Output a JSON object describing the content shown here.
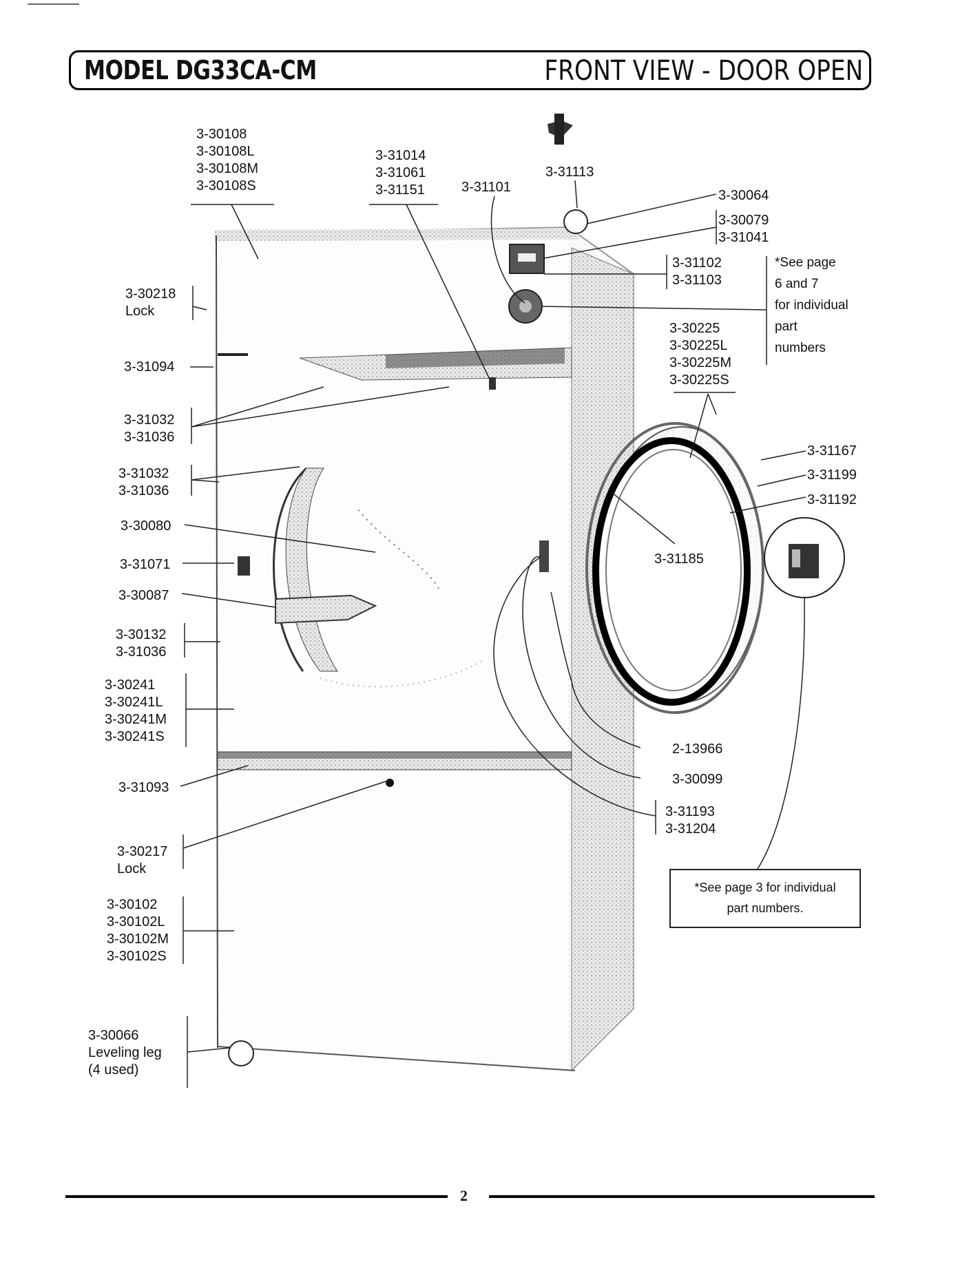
{
  "header": {
    "model": "MODEL DG33CA-CM",
    "view": "FRONT VIEW - DOOR OPEN"
  },
  "labels": {
    "l_30108": "3-30108\n3-30108L\n3-30108M\n3-30108S",
    "l_31014": "3-31014\n3-31061\n3-31151",
    "l_31101": "3-31101",
    "l_31113": "3-31113",
    "l_30064": "3-30064",
    "l_30079": "3-30079\n3-31041",
    "l_31102": "3-31102\n3-31103",
    "l_30218": "3-30218\nLock",
    "l_30225": "3-30225\n3-30225L\n3-30225M\n3-30225S",
    "l_31094": "3-31094",
    "l_31032a": "3-31032\n3-31036",
    "l_31032b": "3-31032\n3-31036",
    "l_31167": "3-31167",
    "l_31199": "3-31199",
    "l_31192": "3-31192",
    "l_30080": "3-30080",
    "l_31071": "3-31071",
    "l_31185": "3-31185",
    "l_30087": "3-30087",
    "l_30132": "3-30132\n3-31036",
    "l_30241": "3-30241\n3-30241L\n3-30241M\n3-30241S",
    "l_13966": "2-13966",
    "l_31093": "3-31093",
    "l_30099": "3-30099",
    "l_31193": "3-31193\n3-31204",
    "l_30217": "3-30217\nLock",
    "l_30102": "3-30102\n3-30102L\n3-30102M\n3-30102S",
    "l_30066": "3-30066\nLeveling leg\n(4 used)"
  },
  "notes": {
    "see_page_6_7": "*See page\n6 and 7\nfor individual\npart\nnumbers",
    "see_page_3": "*See page 3 for individual\npart numbers."
  },
  "footer": {
    "page": "2"
  }
}
